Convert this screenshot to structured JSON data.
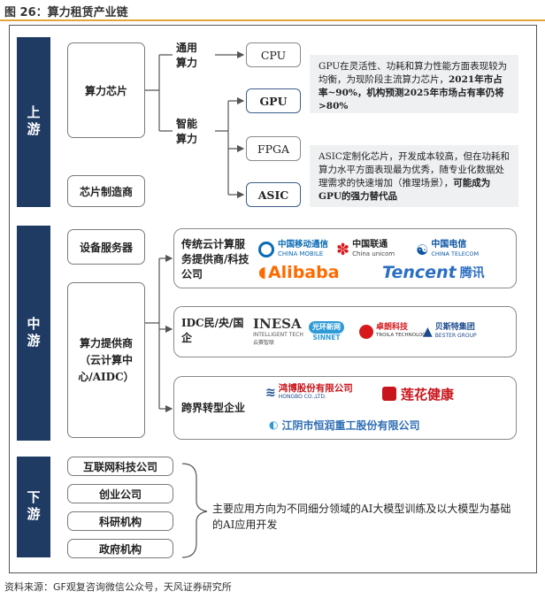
{
  "header": {
    "title": "图 26：算力租赁产业链"
  },
  "stages": {
    "upstream": "上游",
    "midstream": "中游",
    "downstream": "下游"
  },
  "upstream": {
    "compute_chip": "算力芯片",
    "chip_maker": "芯片制造商",
    "general_compute": "通用算力",
    "smart_compute": "智能算力",
    "chips": [
      "CPU",
      "GPU",
      "FPGA",
      "ASIC"
    ],
    "gpu_note_plain": "GPU在灵活性、功耗和算力性能方面表现较为均衡，为现阶段主流算力芯片，",
    "gpu_note_bold": "2021年市占率~90%，机构预测2025年市场占有率仍将>80%",
    "asic_note_plain": "ASIC定制化芯片，开发成本较高，但在功耗和算力水平方面表现最为优秀，随专业化数据处理需求的快速增加（推理场景），",
    "asic_note_bold": "可能成为GPU的强力替代品"
  },
  "midstream": {
    "equipment": "设备服务器",
    "provider": "算力提供商（云计算中心/AIDC）",
    "cloud_label": "传统云计算服务提供商/科技公司",
    "idc_label": "IDC民/央/国企",
    "cross_label": "跨界转型企业",
    "cloud_logos": {
      "mobile_cn": "中国移动通信",
      "mobile_en": "CHINA MOBILE",
      "unicom_cn": "中国联通",
      "unicom_en": "China unicom",
      "telecom_cn": "中国电信",
      "telecom_en": "CHINA TELECOM",
      "alibaba": "Alibaba",
      "tencent": "Tencent",
      "tencent_cn": "腾讯"
    },
    "idc_logos": {
      "inesa": "INESA",
      "inesa_sub": "INTELLIGENT TECH",
      "inesa_cn": "云赛智联",
      "sinnet": "SINNET",
      "sinnet_cn": "光环新网",
      "troila_cn": "卓朗科技",
      "troila_en": "TROILA TECHNOLOGY",
      "bester_cn": "贝斯特集团",
      "bester_en": "BESTER GROUP"
    },
    "cross_logos": {
      "hongbo": "鸿博股份有限公司",
      "hongbo_en": "HONGBO CO.,LTD.",
      "lotus": "莲花健康",
      "hengrun": "江阴市恒润重工股份有限公司"
    }
  },
  "downstream": {
    "items": [
      "互联网科技公司",
      "创业公司",
      "科研机构",
      "政府机构"
    ],
    "application": "主要应用方向为不同细分领域的AI大模型训练及以大模型为基础的AI应用开发"
  },
  "footer": {
    "source": "资料来源：GF观复咨询微信公众号，天风证券研究所"
  },
  "colors": {
    "stage_bg": "#1f3b63",
    "accent_rule": "#e6a23c",
    "mobile_blue": "#0a6ab4",
    "unicom_red": "#d7191c",
    "telecom_blue": "#0d55a3",
    "alibaba_orange": "#ff6a00",
    "tencent_blue": "#2c6fc2"
  }
}
